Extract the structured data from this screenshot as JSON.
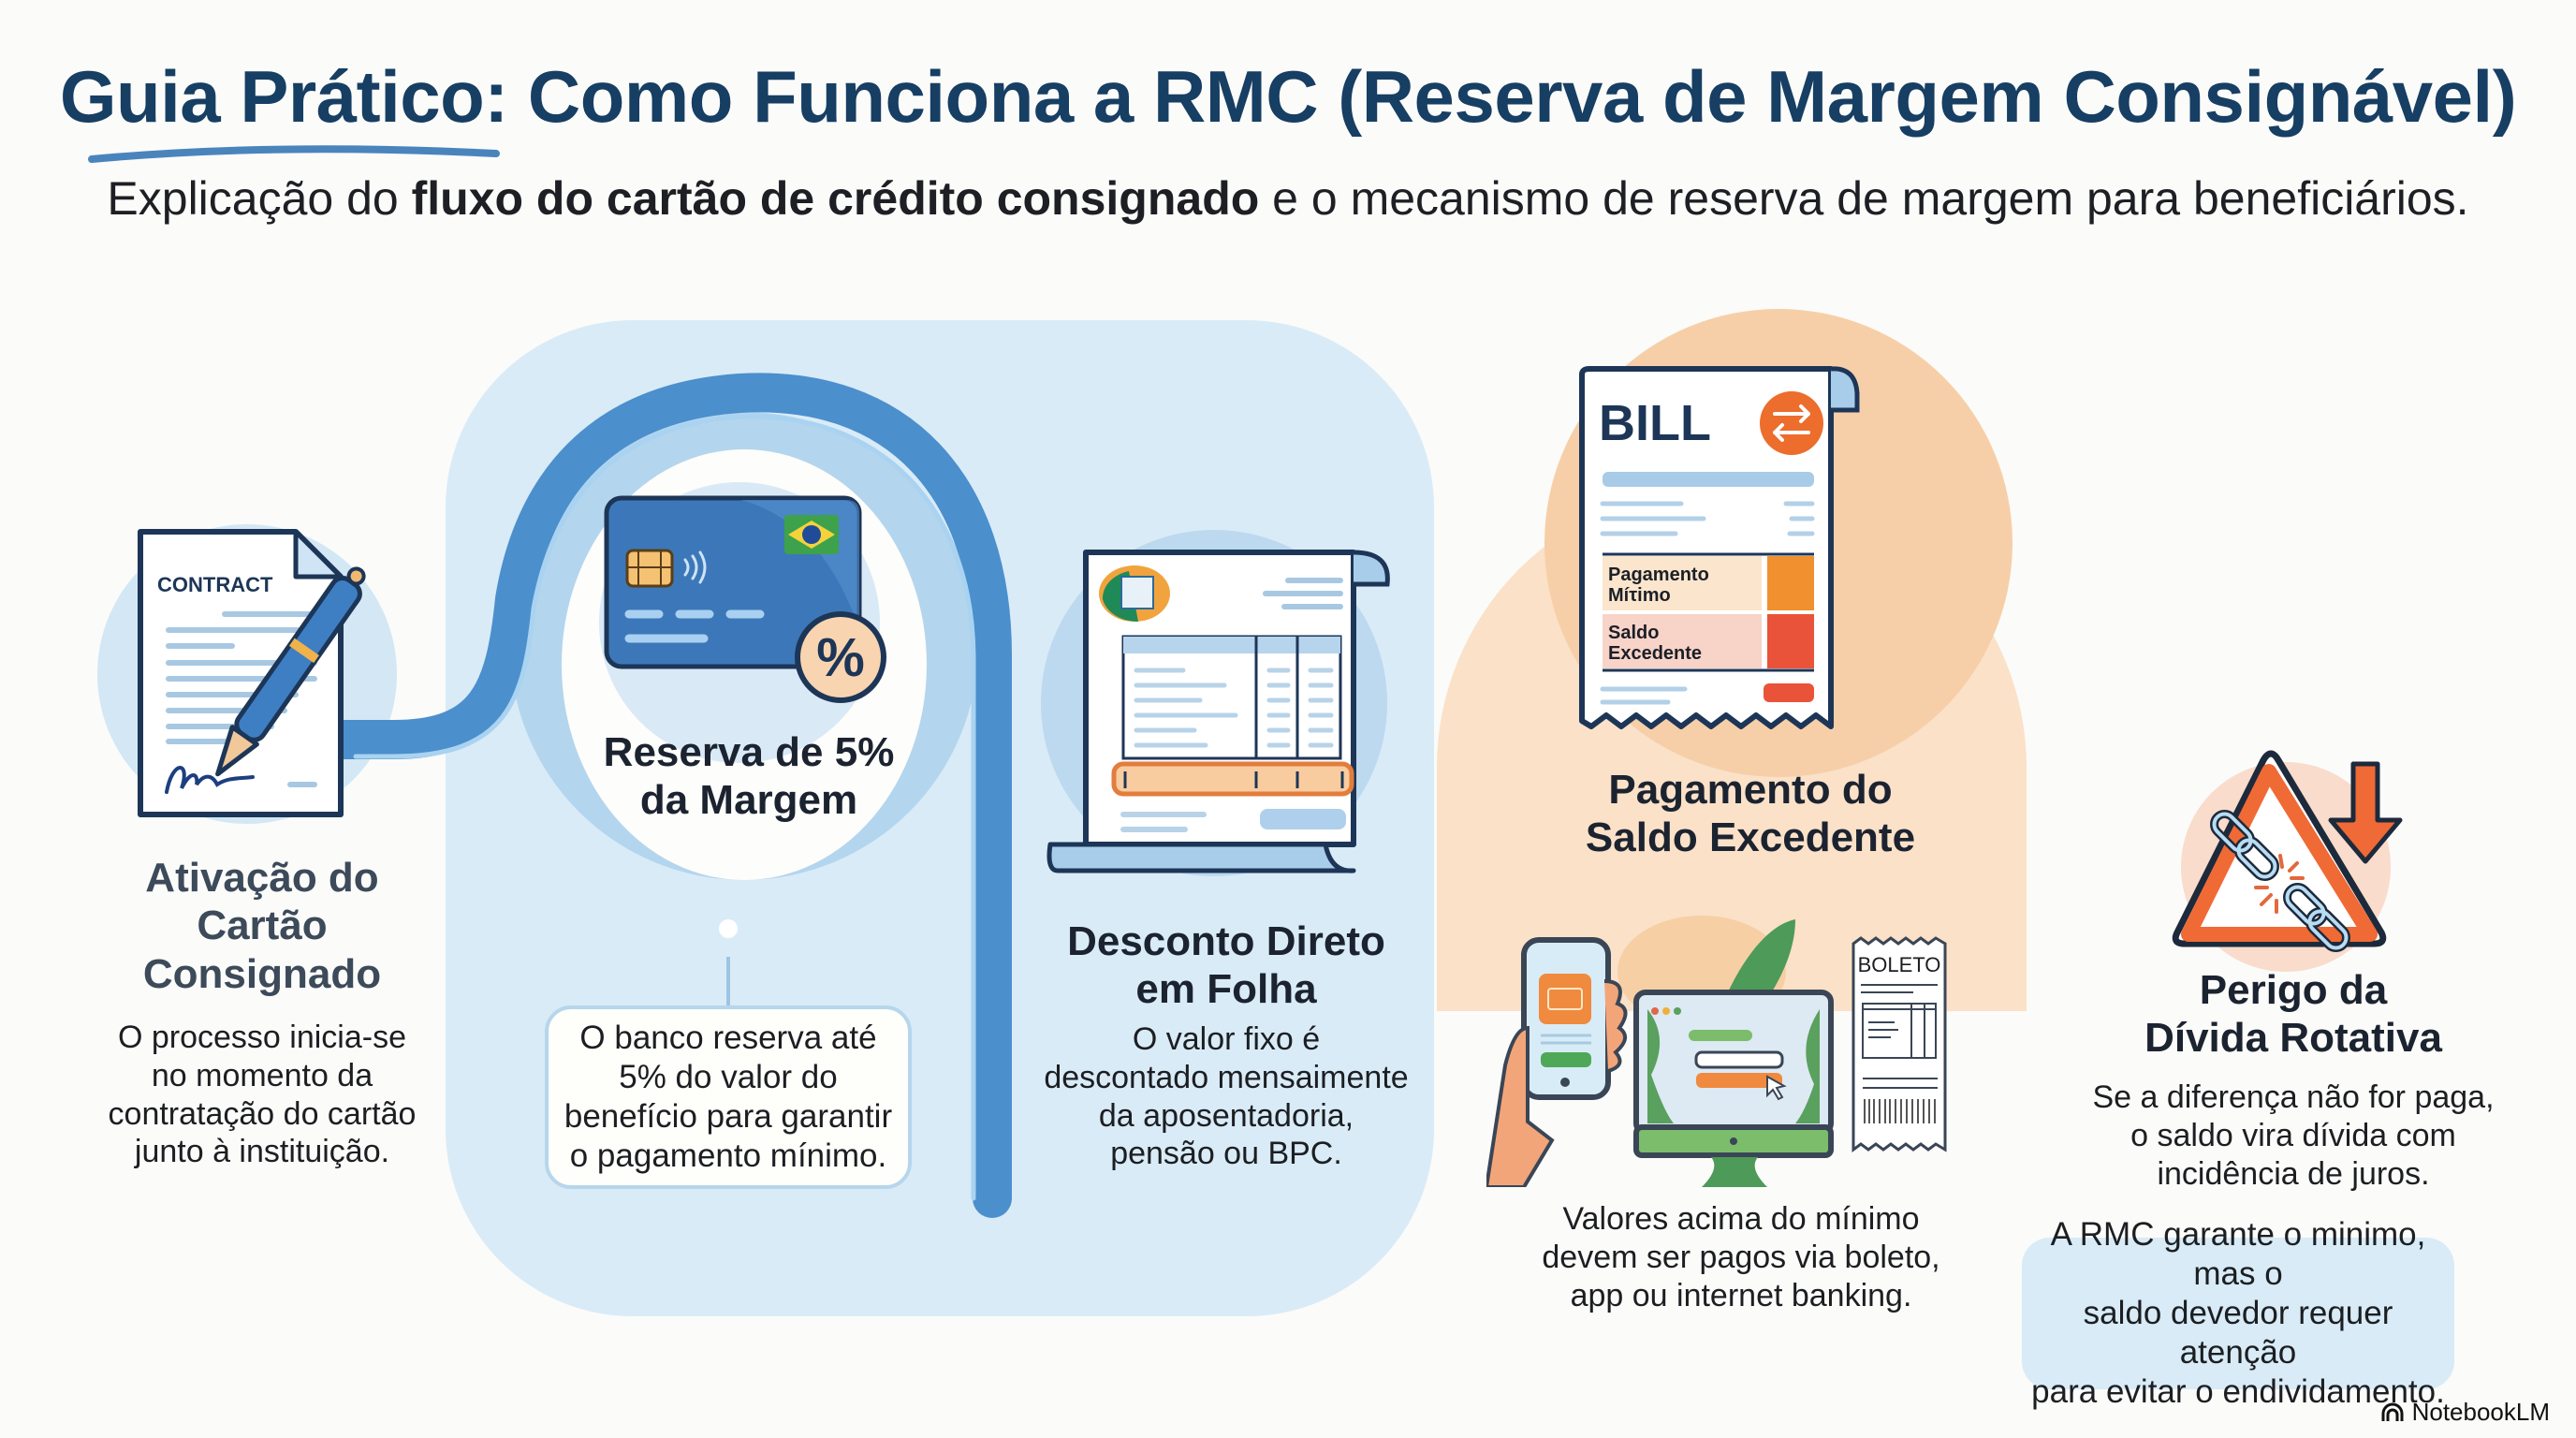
{
  "header": {
    "title": "Guia Prático: Como Funciona a RMC (Reserva de Margem Consignável)",
    "subtitle_prefix": "Explicação do ",
    "subtitle_bold": "fluxo do cartão de crédito consignado",
    "subtitle_suffix": " e o mecanismo de reserva de margem para beneficiários."
  },
  "steps": [
    {
      "id": "ativacao",
      "icon": "contract-signing-icon",
      "icon_label": "CONTRACT",
      "title_lines": [
        "Ativação do",
        "Cartão",
        "Consignado"
      ],
      "body_lines": [
        "O processo inicia-se",
        "no momento da",
        "contratação do cartão",
        "junto à instituição."
      ]
    },
    {
      "id": "reserva",
      "icon": "credit-card-percent-icon",
      "icon_label": "%",
      "title_lines": [
        "Reserva de 5%",
        "da Margem"
      ],
      "note_lines": [
        "O banco reserva até",
        "5% do valor do",
        "benefício para garantir",
        "o pagamento mínimo."
      ]
    },
    {
      "id": "desconto",
      "icon": "payslip-document-icon",
      "title_lines": [
        "Desconto Direto",
        "em Folha"
      ],
      "body_lines": [
        "O valor fixo é",
        "descontado mensaimente",
        "da aposentadoria,",
        "pensão ou BPC."
      ]
    },
    {
      "id": "pagamento",
      "icon": "bill-receipt-icon",
      "bill": {
        "heading": "BILL",
        "row1": [
          "Pagamento",
          "Míτimo"
        ],
        "row2": [
          "Saldo",
          "Excedente"
        ]
      },
      "title_lines": [
        "Pagamento do",
        "Saldo Excedente"
      ],
      "payment_methods_icon": "phone-computer-boleto-icon",
      "boleto_label": "BOLETO",
      "body_lines": [
        "Valores acima do mínimo",
        "devem ser pagos via boleto,",
        "app ou internet banking."
      ]
    },
    {
      "id": "perigo",
      "icon": "warning-broken-chain-icon",
      "title_lines": [
        "Perigo da",
        "Dívida Rotativa"
      ],
      "body_lines": [
        "Se a diferença não for paga,",
        "o saldo vira dívida com",
        "incidência de juros."
      ],
      "tip_lines": [
        "A RMC garante o minimo, mas o",
        "saldo devedor requer atenção",
        "para evitar o endividamento."
      ]
    }
  ],
  "footer": {
    "brand": "NotebookLM"
  },
  "colors": {
    "title": "#173e63",
    "flow_blue": "#4b8fcd",
    "panel_blue": "#d9ebf7",
    "orange_accent": "#f08a3c",
    "red_accent": "#ea4f35"
  }
}
